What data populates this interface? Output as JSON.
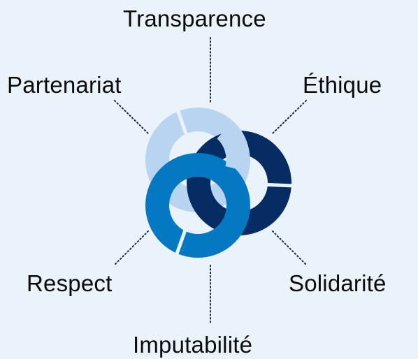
{
  "diagram": {
    "values": [
      "Transparence",
      "Éthique",
      "Solidarité",
      "Imputabilité",
      "Respect",
      "Partenariat"
    ],
    "colors": {
      "background": "#ebf3fa",
      "light_blue": "#b7d5f0",
      "navy": "#062d63",
      "mid_blue": "#0478c2",
      "text": "#0b0b0b",
      "connector": "#1f2b3a"
    }
  }
}
